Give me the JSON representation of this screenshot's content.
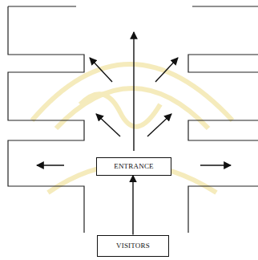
{
  "diagram": {
    "nodes": [
      {
        "text": [
          "ENTRANCE"
        ]
      },
      {
        "text": [
          "VISITORS"
        ]
      }
    ],
    "edges": [
      {
        "from": 1,
        "to": 0,
        "arrow": "to"
      }
    ]
  }
}
